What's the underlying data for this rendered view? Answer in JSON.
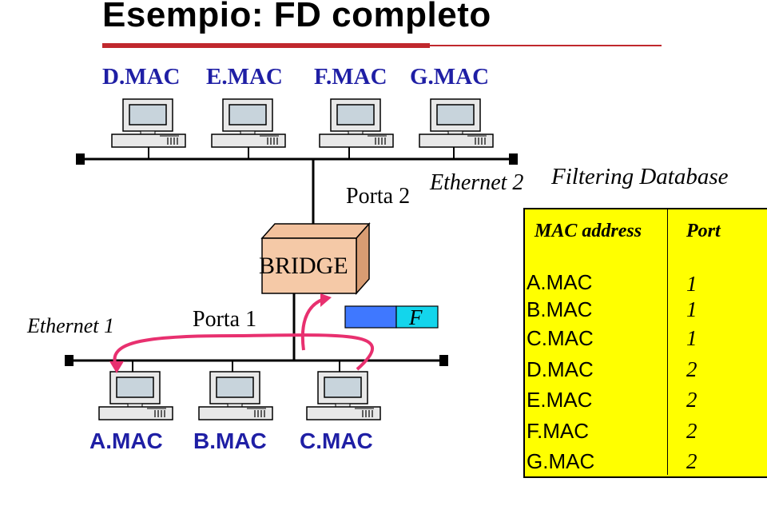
{
  "title": "Esempio: FD completo",
  "top_hosts": [
    "D.MAC",
    "E.MAC",
    "F.MAC",
    "G.MAC"
  ],
  "bottom_hosts": [
    "A.MAC",
    "B.MAC",
    "C.MAC"
  ],
  "labels": {
    "ethernet1": "Ethernet 1",
    "ethernet2": "Ethernet 2",
    "porta1": "Porta 1",
    "porta2": "Porta 2",
    "bridge": "BRIDGE",
    "frame_dest": "F",
    "fdb_title": "Filtering Database"
  },
  "table": {
    "headers": [
      "MAC address",
      "Port"
    ],
    "rows": [
      [
        "A.MAC",
        "1"
      ],
      [
        "B.MAC",
        "1"
      ],
      [
        "C.MAC",
        "1"
      ],
      [
        "D.MAC",
        "2"
      ],
      [
        "E.MAC",
        "2"
      ],
      [
        "F.MAC",
        "2"
      ],
      [
        "G.MAC",
        "2"
      ]
    ]
  },
  "colors": {
    "title_rule": "#c0282d",
    "host_labels": "#1f1fa5",
    "arrow": "#e8306f",
    "bridge_fill": "#f5c9a7",
    "frame_blue": "#3f78ff",
    "frame_cyan": "#13d5ec",
    "table_fill": "#ffff00"
  }
}
